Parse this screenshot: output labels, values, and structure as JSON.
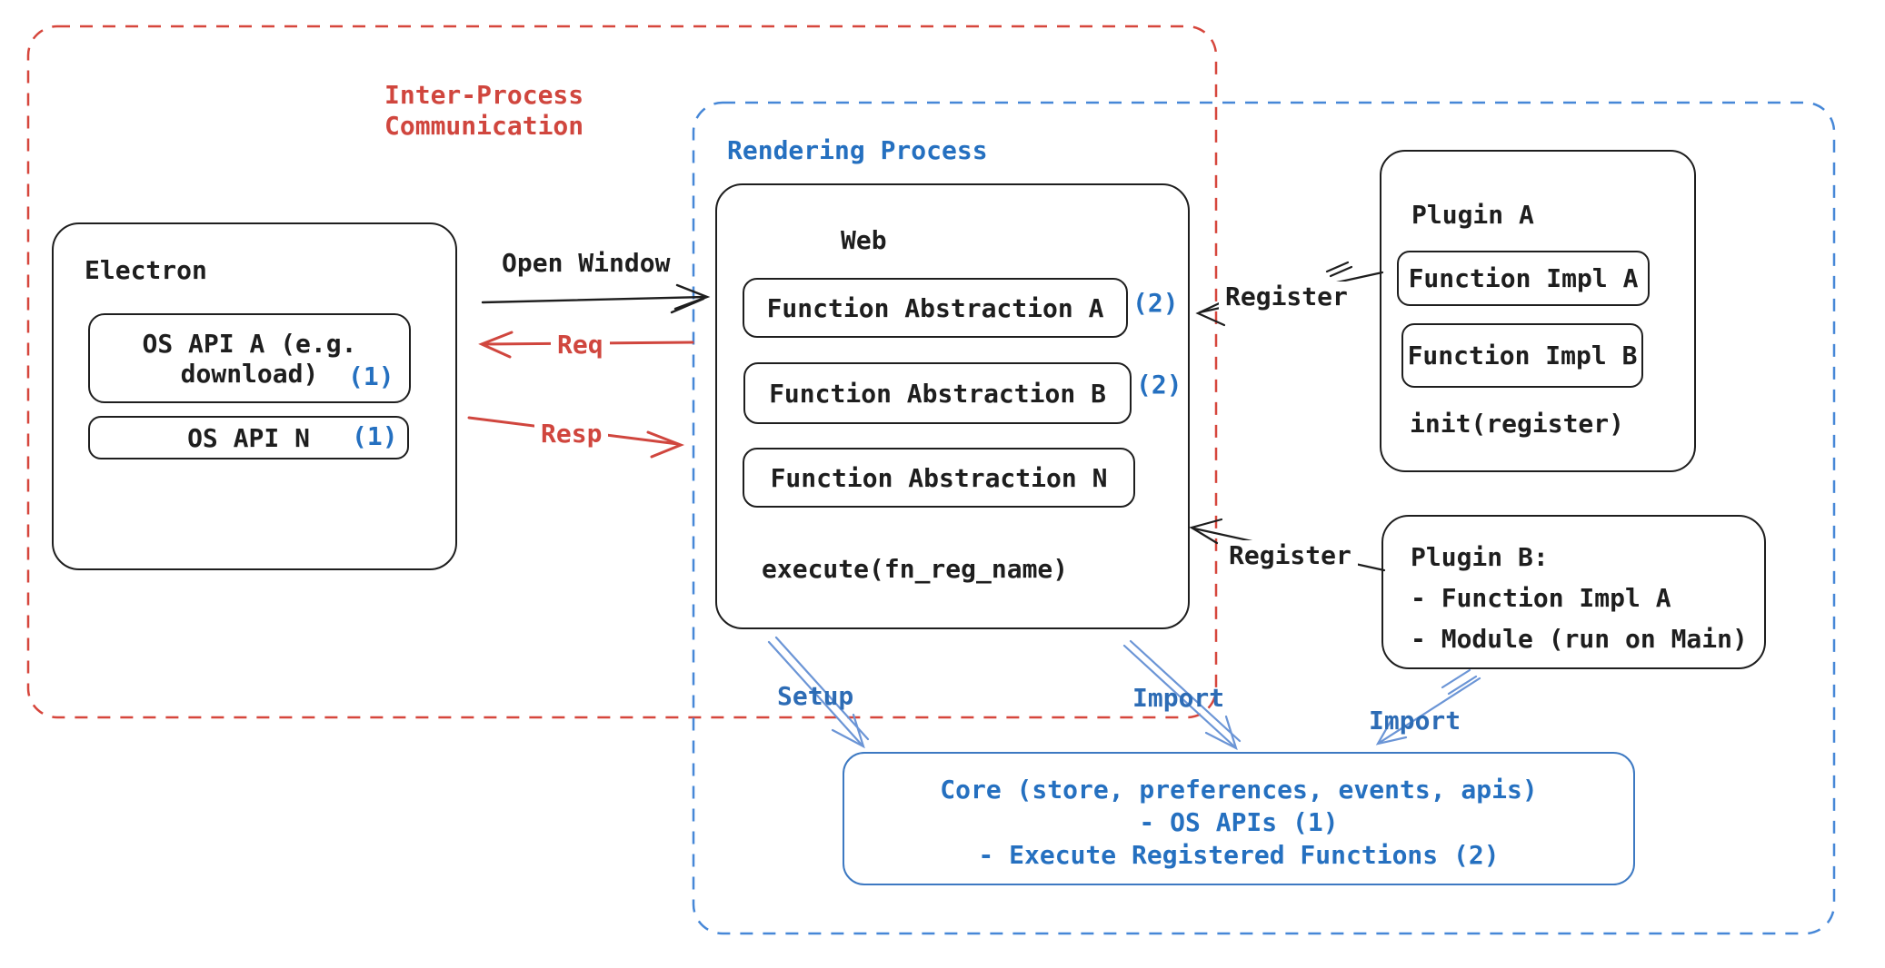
{
  "diagram": {
    "ipc_box": {
      "label_line1": "Inter-Process",
      "label_line2": "Communication"
    },
    "rendering_box": {
      "label": "Rendering Process"
    },
    "electron": {
      "title": "Electron",
      "apis": [
        {
          "line1": "OS API A (e.g.",
          "line2": "download)",
          "badge": "(1)"
        },
        {
          "label": "OS API N",
          "badge": "(1)"
        }
      ]
    },
    "web": {
      "title": "Web",
      "abstractions": [
        {
          "label": "Function Abstraction A",
          "badge": "(2)"
        },
        {
          "label": "Function Abstraction B",
          "badge": "(2)"
        },
        {
          "label": "Function Abstraction N",
          "badge": ""
        }
      ],
      "footer": "execute(fn_reg_name)"
    },
    "plugin_a": {
      "title": "Plugin A",
      "impls": [
        {
          "label": "Function Impl A"
        },
        {
          "label": "Function Impl B"
        }
      ],
      "footer": "init(register)"
    },
    "plugin_b": {
      "lines": [
        "Plugin B:",
        "- Function Impl A",
        "- Module (run on Main)"
      ]
    },
    "core": {
      "lines": [
        "Core (store, preferences, events, apis)",
        "- OS APIs (1)",
        "- Execute Registered Functions (2)"
      ]
    },
    "labels": {
      "open_window": "Open Window",
      "req": "Req",
      "resp": "Resp",
      "register_plugin_a": "Register",
      "register_plugin_b": "Register",
      "setup": "Setup",
      "import_web": "Import",
      "import_plugin_b": "Import"
    }
  },
  "colors": {
    "black": "#1e1e1e",
    "red": "#d0463e",
    "blue": "#2570c0",
    "blue_dashed": "#4687d7",
    "core_border": "#3d79c2",
    "arrow_blue": "#6b95d6"
  }
}
